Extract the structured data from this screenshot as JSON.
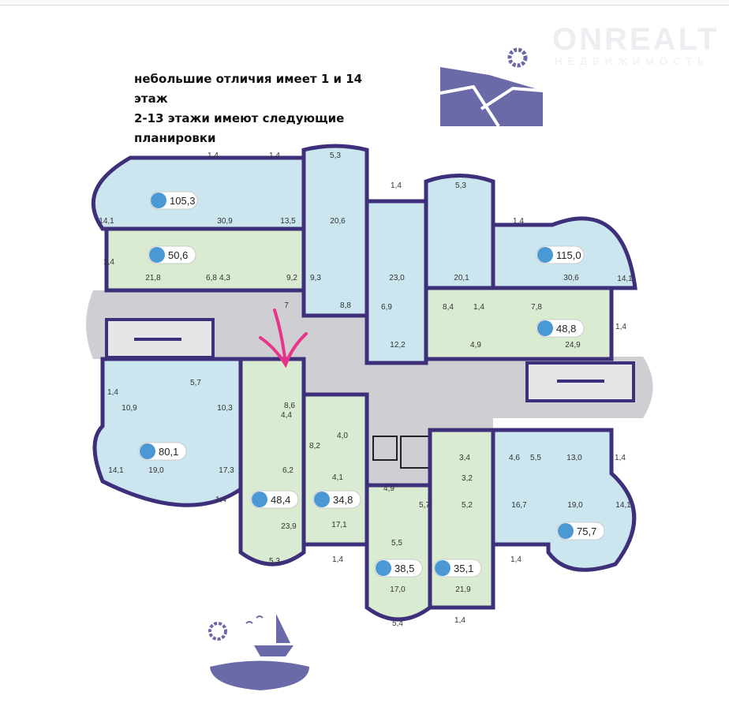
{
  "note": {
    "line1": "небольшие отличия имеет 1 и 14",
    "line2": "этаж",
    "line3": "2-13 этажи имеют следующие",
    "line4": "планировки"
  },
  "watermark": {
    "brand": "ONREALT",
    "sub": "НЕДВИЖИМОСТЬ"
  },
  "colors": {
    "wall": "#3d2f7a",
    "blue_apt": "#cbe6ee",
    "green_apt": "#d9ebd0",
    "corridor": "#cfcfd3",
    "badge_dot": "#4a98d4",
    "arrow": "#e8338a",
    "logo": "#6b6aa8"
  },
  "apartments": [
    {
      "area": "105,3"
    },
    {
      "area": "50,6"
    },
    {
      "area": "115,0"
    },
    {
      "area": "48,8"
    },
    {
      "area": "80,1"
    },
    {
      "area": "48,4"
    },
    {
      "area": "34,8"
    },
    {
      "area": "38,5"
    },
    {
      "area": "35,1"
    },
    {
      "area": "75,7"
    }
  ],
  "rooms": [
    "1,4",
    "1,4",
    "5,3",
    "14,1",
    "30,9",
    "13,5",
    "20,6",
    "1,4",
    "21,8",
    "6,8",
    "4,3",
    "9,2",
    "9,3",
    "7",
    "8,8",
    "1,4",
    "5,3",
    "23,0",
    "20,1",
    "1,4",
    "30,6",
    "14,1",
    "6,9",
    "8,4",
    "1,4",
    "7,8",
    "12,2",
    "4,9",
    "24,9",
    "1,4",
    "1,4",
    "5,7",
    "10,9",
    "10,3",
    "8,6",
    "4,4",
    "14,1",
    "19,0",
    "17,3",
    "6,2",
    "8,2",
    "4,0",
    "4,1",
    "1,4",
    "23,9",
    "17,1",
    "5,3",
    "1,4",
    "3,4",
    "4,6",
    "5,5",
    "13,0",
    "1,4",
    "3,2",
    "4,9",
    "5,7",
    "5,2",
    "16,7",
    "19,0",
    "14,1",
    "5,5",
    "1,4",
    "17,0",
    "21,9",
    "5,4",
    "1,4"
  ]
}
